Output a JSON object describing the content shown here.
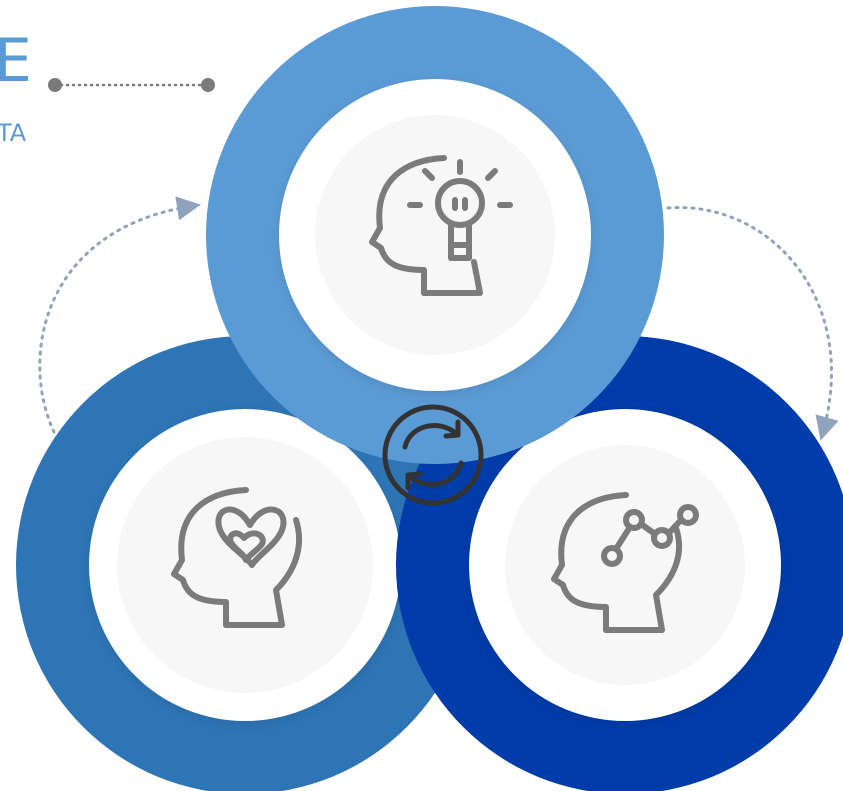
{
  "header": {
    "title_fragment": "E",
    "subtitle_fragment": "TA"
  },
  "diagram": {
    "nodes": [
      {
        "id": "top",
        "icon": "head-lightbulb-icon"
      },
      {
        "id": "left",
        "icon": "head-heart-icon"
      },
      {
        "id": "right",
        "icon": "head-network-icon"
      }
    ],
    "center_icon": "refresh-cycle-icon",
    "connector_icons": [
      "dotted-connector-line",
      "dotted-arrow-left",
      "dotted-arrow-right"
    ]
  },
  "colors": {
    "top_ring": "#5b9bd5",
    "left_ring": "#2e75b6",
    "right_ring": "#003caa",
    "center_fill": "#efefef",
    "icon_stroke": "#7b7b7b",
    "arrow": "#8fa3bb"
  }
}
